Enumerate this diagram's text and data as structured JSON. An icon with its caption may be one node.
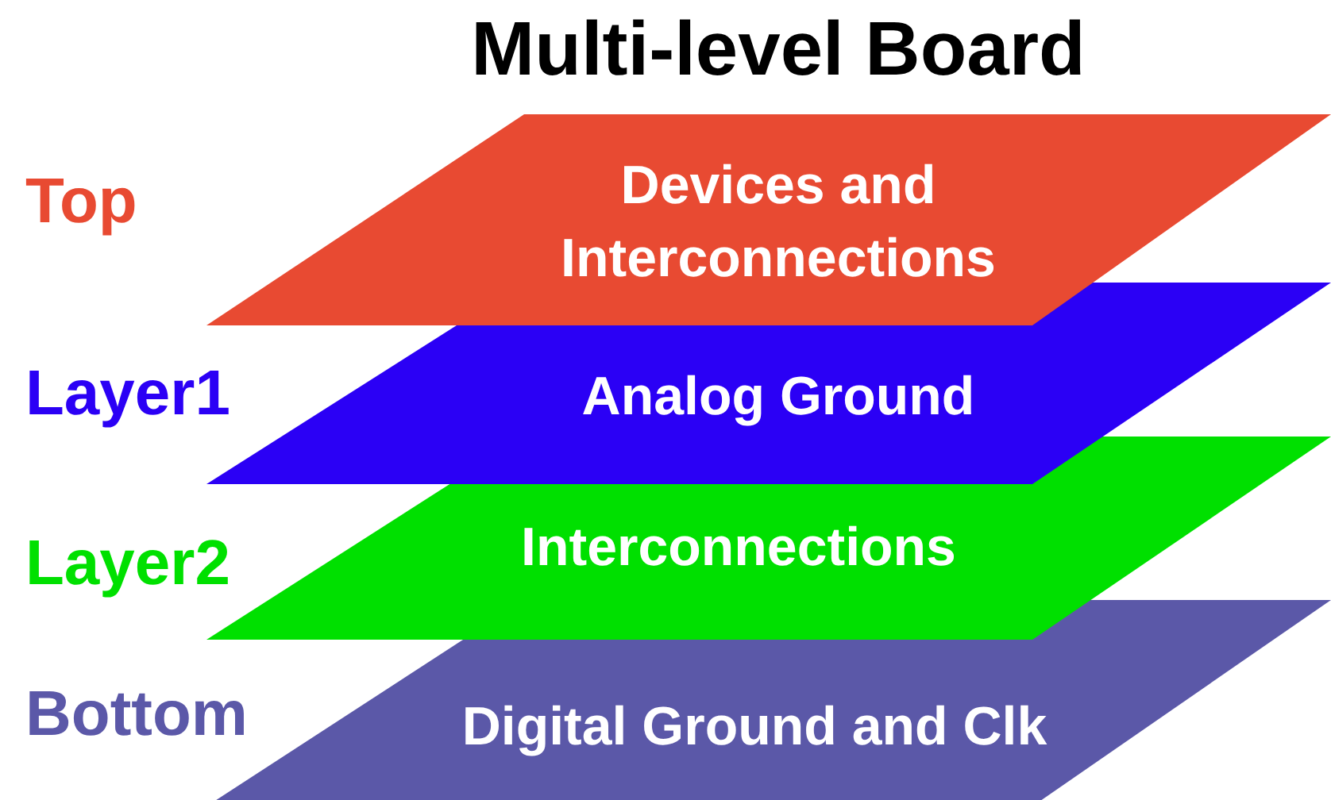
{
  "diagram": {
    "title": "Multi-level Board",
    "nodes": [
      {
        "text": [
          "Devices and Interconnections"
        ],
        "beside": [
          "Top"
        ]
      },
      {
        "text": [
          "Analog Ground"
        ],
        "beside": [
          "Layer1"
        ]
      },
      {
        "text": [
          "Interconnections"
        ],
        "beside": [
          "Layer2"
        ]
      },
      {
        "text": [
          "Digital Ground and Clk"
        ],
        "beside": [
          "Bottom"
        ]
      }
    ],
    "edges": []
  }
}
